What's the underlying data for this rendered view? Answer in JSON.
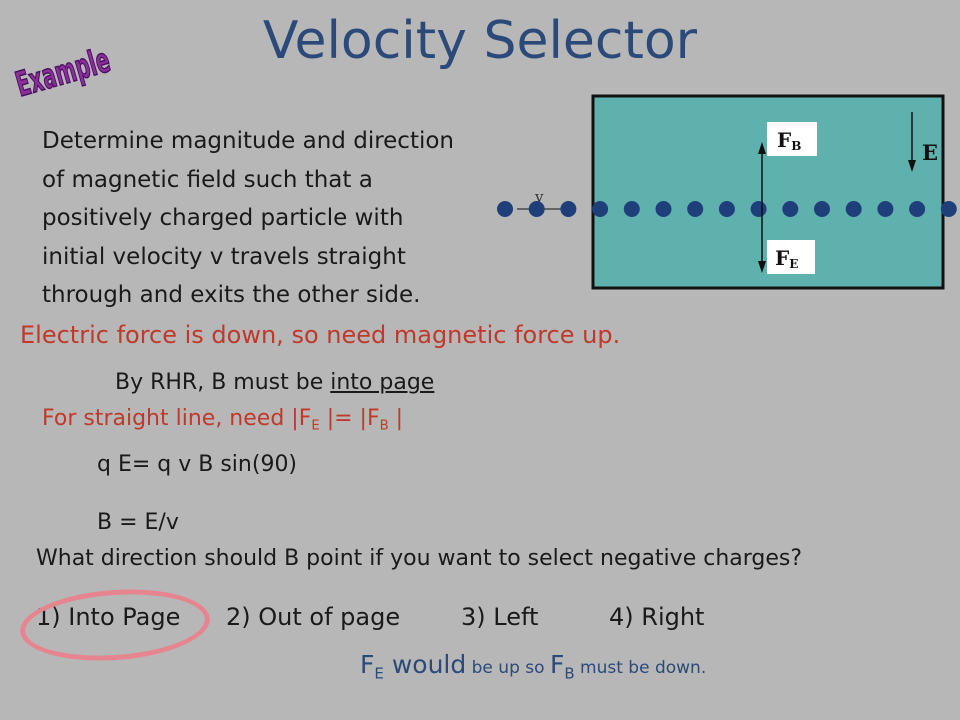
{
  "slide": {
    "title": "Velocity Selector",
    "badge": "Example",
    "problem_lines": [
      "Determine magnitude and direction",
      "of magnetic field such that a",
      "positively charged particle with",
      "initial velocity v travels straight",
      "through and exits the other side."
    ],
    "electric_line": "Electric force is down, so need magnetic force up.",
    "rhr_prefix": "By RHR, B must be ",
    "rhr_answer": "into page",
    "straight_prefix": "For straight line, need |F",
    "straight_sub_e": "E",
    "straight_mid": " |= |F",
    "straight_sub_b": "B",
    "straight_end": " |",
    "equation_1": "q E= q v B sin(90)",
    "equation_2": "B = E/v",
    "question": "What direction should B point if you want to select negative charges?",
    "options": [
      "1) Into Page",
      "2) Out of page",
      "3) Left",
      "4) Right"
    ],
    "note_f1": "F",
    "note_sub1": "E",
    "note_would": " would",
    "note_small1": " be up so ",
    "note_f2": "F",
    "note_sub2": "B",
    "note_small2": " must be down."
  },
  "diagram": {
    "velocity_label": "v",
    "fb_main": "F",
    "fb_sub": "B",
    "fe_main": "F",
    "fe_sub": "E",
    "field_label": "E",
    "plate_color": "#5fb1ae",
    "dot_color": "#1f3f7a"
  }
}
